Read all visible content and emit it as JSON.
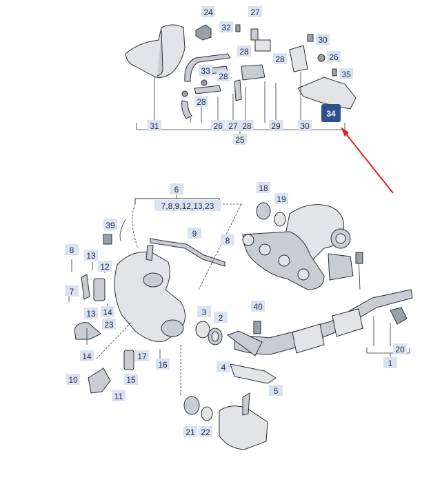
{
  "labels": {
    "n1": "1",
    "n2": "2",
    "n3": "3",
    "n4": "4",
    "n5": "5",
    "n6": "6",
    "n7": "7",
    "n8a": "8",
    "n8b": "8",
    "n9": "9",
    "n10": "10",
    "n11": "11",
    "n12": "12",
    "n13": "13",
    "n13b": "13",
    "n14": "14",
    "n14b": "14",
    "n15": "15",
    "n16": "16",
    "n17": "17",
    "n18": "18",
    "n19": "19",
    "n20": "20",
    "n21": "21",
    "n22": "22",
    "n23": "23",
    "n24": "24",
    "n25": "25",
    "n26": "26",
    "n26b": "26",
    "n27": "27",
    "n27b": "27",
    "n28a": "28",
    "n28b": "28",
    "n28c": "28",
    "n28d": "28",
    "n28e": "28",
    "n29": "29",
    "n30": "30",
    "n30b": "30",
    "n31": "31",
    "n32": "32",
    "n33": "33",
    "n34": "34",
    "n35": "35",
    "n39": "39",
    "n40": "40",
    "group6": "7,8,9,12,13,23"
  },
  "colors": {
    "highlight": "#2f4f8f",
    "arrow": "#e02020",
    "label_bg": "#d9e3f1"
  }
}
